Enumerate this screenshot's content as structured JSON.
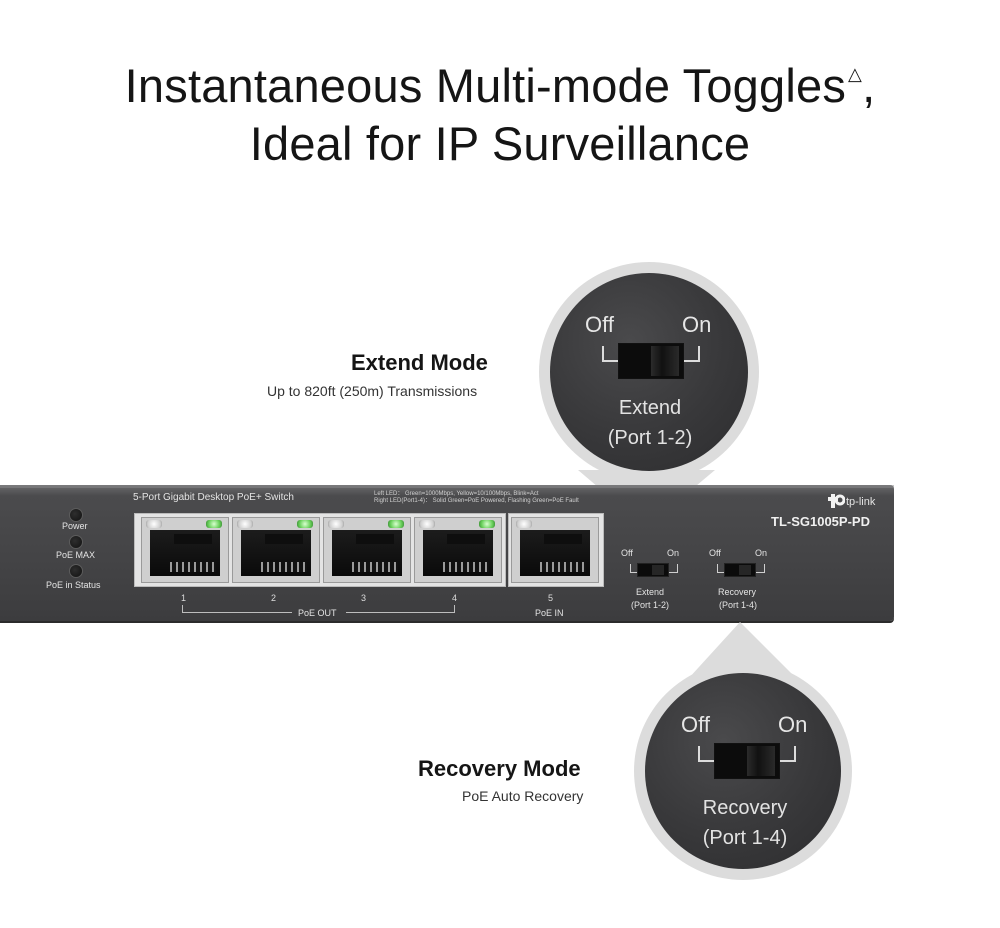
{
  "headline": {
    "line1": "Instantaneous Multi-mode Toggles",
    "mark": "△",
    "comma": ",",
    "line2": "Ideal for IP Surveillance"
  },
  "extend_callout": {
    "title": "Extend Mode",
    "subtitle": "Up to 820ft (250m) Transmissions"
  },
  "recovery_callout": {
    "title": "Recovery Mode",
    "subtitle": "PoE Auto Recovery"
  },
  "zoom_extend": {
    "off": "Off",
    "on": "On",
    "label_line1": "Extend",
    "label_line2": "(Port 1-2)"
  },
  "zoom_recovery": {
    "off": "Off",
    "on": "On",
    "label_line1": "Recovery",
    "label_line2": "(Port 1-4)"
  },
  "device": {
    "model_desc": "5-Port Gigabit Desktop PoE+ Switch",
    "led_legend_line1": "Left LED：  Green=1000Mbps, Yellow=10/100Mbps, Blink=Act",
    "led_legend_line2": "Right LED(Port1-4)：  Solid Green=PoE Powered, Flashing Green=PoE Fault",
    "brand": "tp-link",
    "model": "TL-SG1005P-PD",
    "status_leds": [
      "Power",
      "PoE MAX",
      "PoE in Status"
    ],
    "ports": [
      "1",
      "2",
      "3",
      "4",
      "5"
    ],
    "poe_out_label": "PoE OUT",
    "poe_in_label": "PoE IN",
    "switch_extend": {
      "off": "Off",
      "on": "On",
      "line1": "Extend",
      "line2": "(Port 1-2)"
    },
    "switch_recovery": {
      "off": "Off",
      "on": "On",
      "line1": "Recovery",
      "line2": "(Port 1-4)"
    }
  },
  "colors": {
    "device_body": "#434345",
    "led_green": "#6ad15c",
    "bubble_ring": "#dcdcdc"
  }
}
